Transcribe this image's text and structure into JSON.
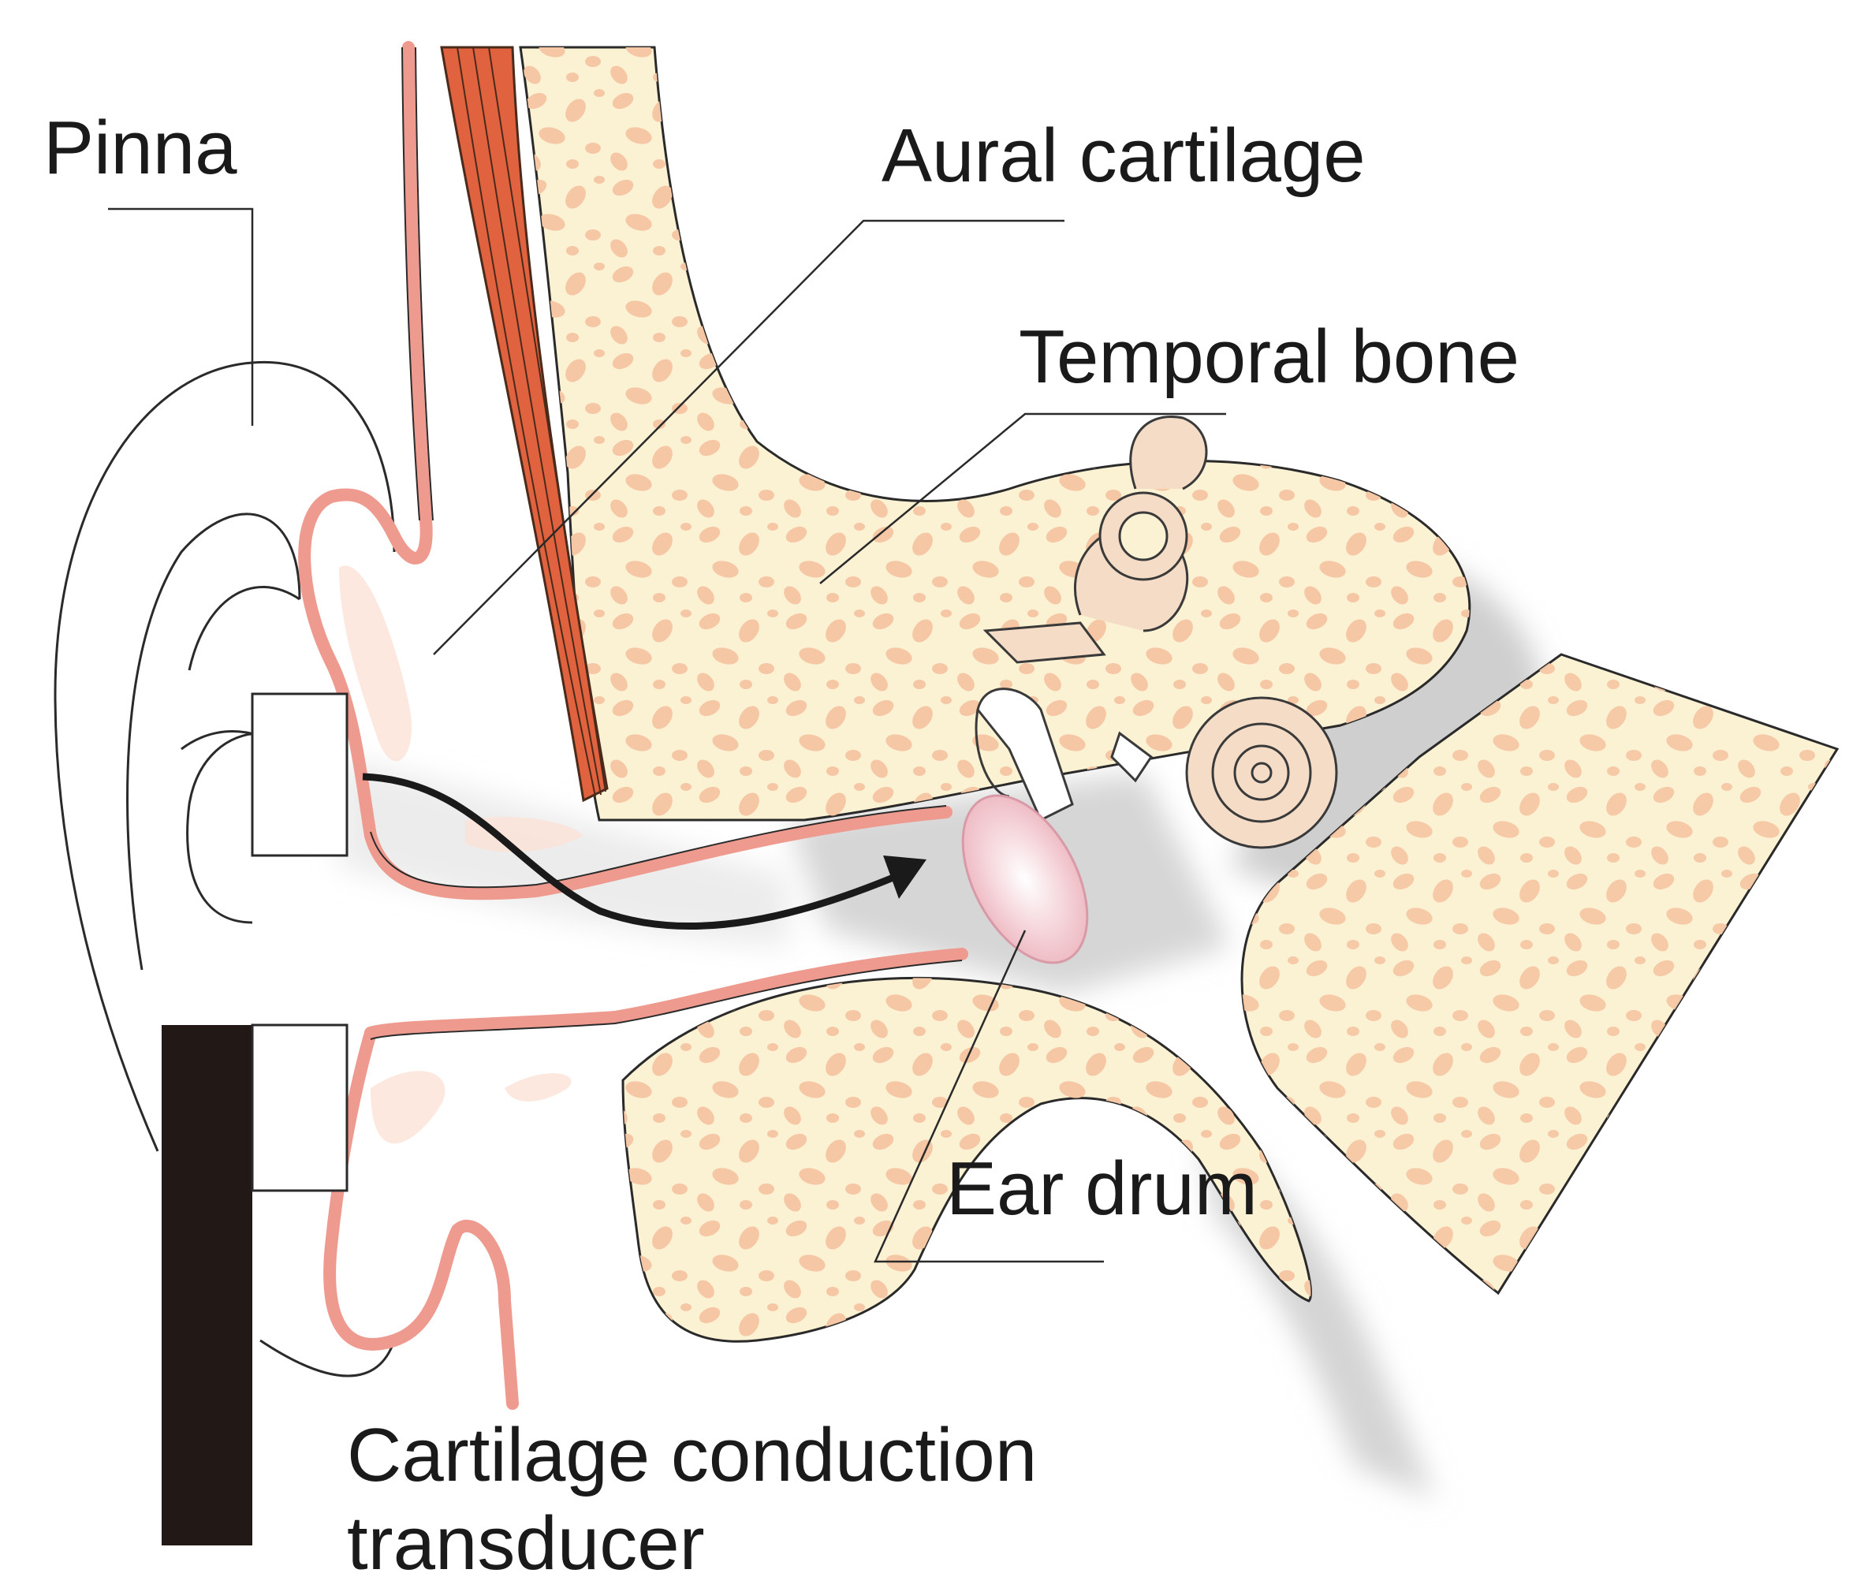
{
  "labels": {
    "pinna": "Pinna",
    "aural_cartilage": "Aural cartilage",
    "temporal_bone": "Temporal bone",
    "ear_drum": "Ear drum",
    "transducer_line1": "Cartilage conduction",
    "transducer_line2": "transducer"
  },
  "colors": {
    "bone_fill": "#fbf1d3",
    "bone_spot": "#f6c7a5",
    "skin_line": "#ee9a8f",
    "muscle": "#e0623e",
    "canal_shadow": "#d9d9d9",
    "transducer_black": "#221815",
    "eardrum": "#f2c6cc",
    "arrow": "#1a1a1a"
  }
}
